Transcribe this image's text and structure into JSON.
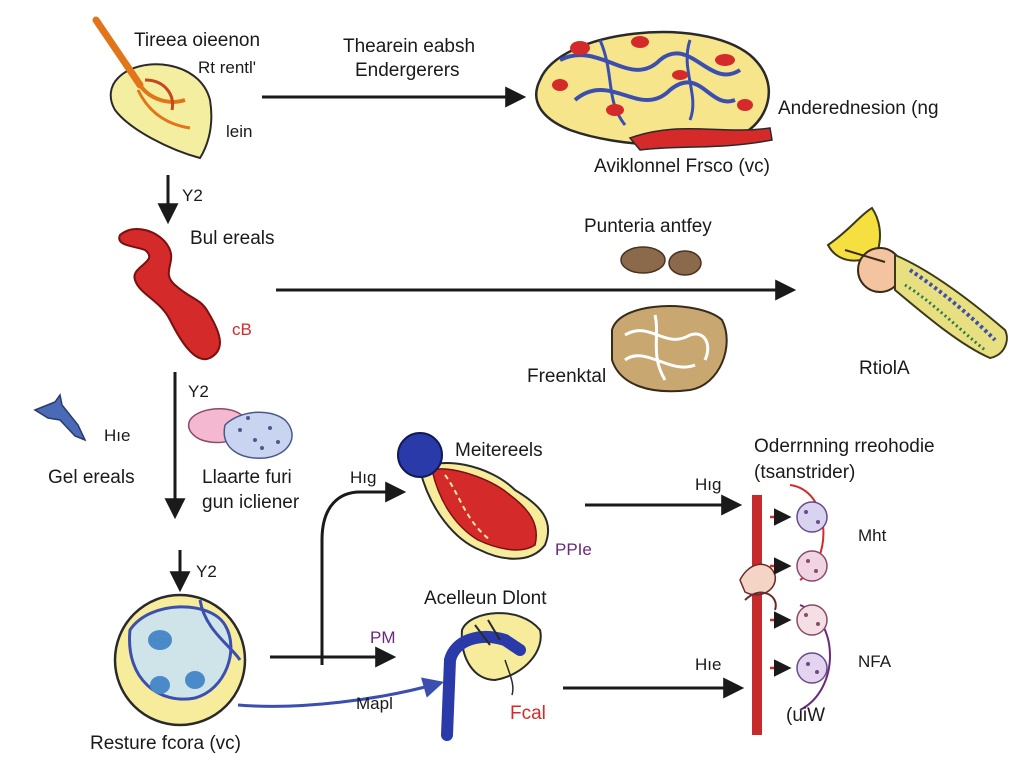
{
  "labels": {
    "top_left_line1": "Tireea oieenon",
    "top_left_line2": "Rt rentl'",
    "top_left_small": "lein",
    "top_arrow_line1": "Thearein eabsh",
    "top_arrow_line2": "Endergerers",
    "top_right_side": "Anderednesion (ng",
    "top_right_caption": "Aviklonnel Frsco (vc)",
    "y2_a": "Y2",
    "red_blob": "Bul ereals",
    "red_blob_small": "cB",
    "middle_title": "Punteria antfey",
    "middle_caption": "Freenktal",
    "right_mid_caption": "RtiolA",
    "y2_b": "Y2",
    "left_small_hg": "Hıe",
    "left_label": "Gel ereals",
    "mid_left_line1": "Llaarte furi",
    "mid_left_line2": "gun icliener",
    "y2_c": "Y2",
    "hg_a": "Hıg",
    "micro_title": "Meitereels",
    "micro_small": "PPIe",
    "hg_b": "Hıg",
    "right_title_line1": "Oderrnning rreohodie",
    "right_title_line2": "(tsanstrider)",
    "right_mht": "Mht",
    "right_nfa": "NFA",
    "right_bottom": "(uiW",
    "bottom_center_title": "Acelleun Dlont",
    "pm": "PM",
    "hg_c": "Hıe",
    "mapl": "Mapl",
    "fcal": "Fcal",
    "bottom_left_caption": "Resture fcora (vc)"
  },
  "colors": {
    "arrow": "#1a1a1a",
    "red": "#d42a2a",
    "blue": "#3b4fb0",
    "yellow": "#f6ec9c",
    "tan": "#c8a870",
    "brown": "#8a6a4a"
  }
}
